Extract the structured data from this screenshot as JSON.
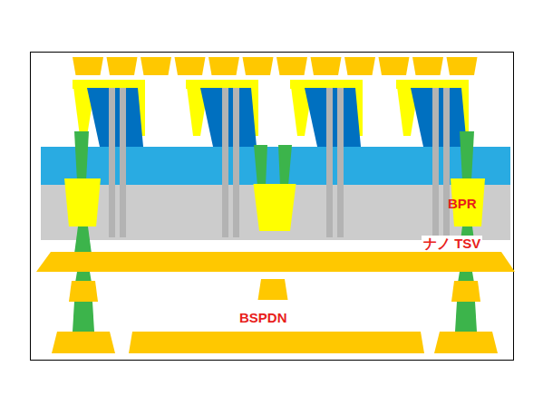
{
  "diagram": {
    "labels": [
      "BPR",
      "ナノ TSV",
      "BSPDN"
    ]
  }
}
